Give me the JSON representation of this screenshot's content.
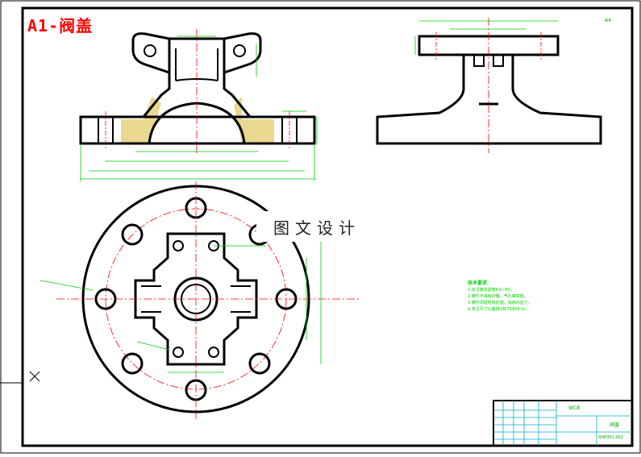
{
  "drawing": {
    "title": "A1-阀盖",
    "watermark": "图文设计",
    "sheet_code": "A4"
  },
  "title_block": {
    "material": "WCB",
    "part_name": "阀盖",
    "code": "SHE001-002"
  },
  "tech_notes": {
    "heading": "技术要求",
    "lines": [
      "1.未注铸造圆角R3～R5。",
      "2.铸件不得有砂眼、气孔等缺陷。",
      "3.铸件须经时效处理，消除内应力。",
      "4.未注尺寸公差按GB/T1804-m。"
    ]
  },
  "colors": {
    "outline": "#000000",
    "dimension": "#00cc00",
    "centerline": "#ff0000",
    "hatch": "#e8d890",
    "titleblock": "#00aacc"
  }
}
